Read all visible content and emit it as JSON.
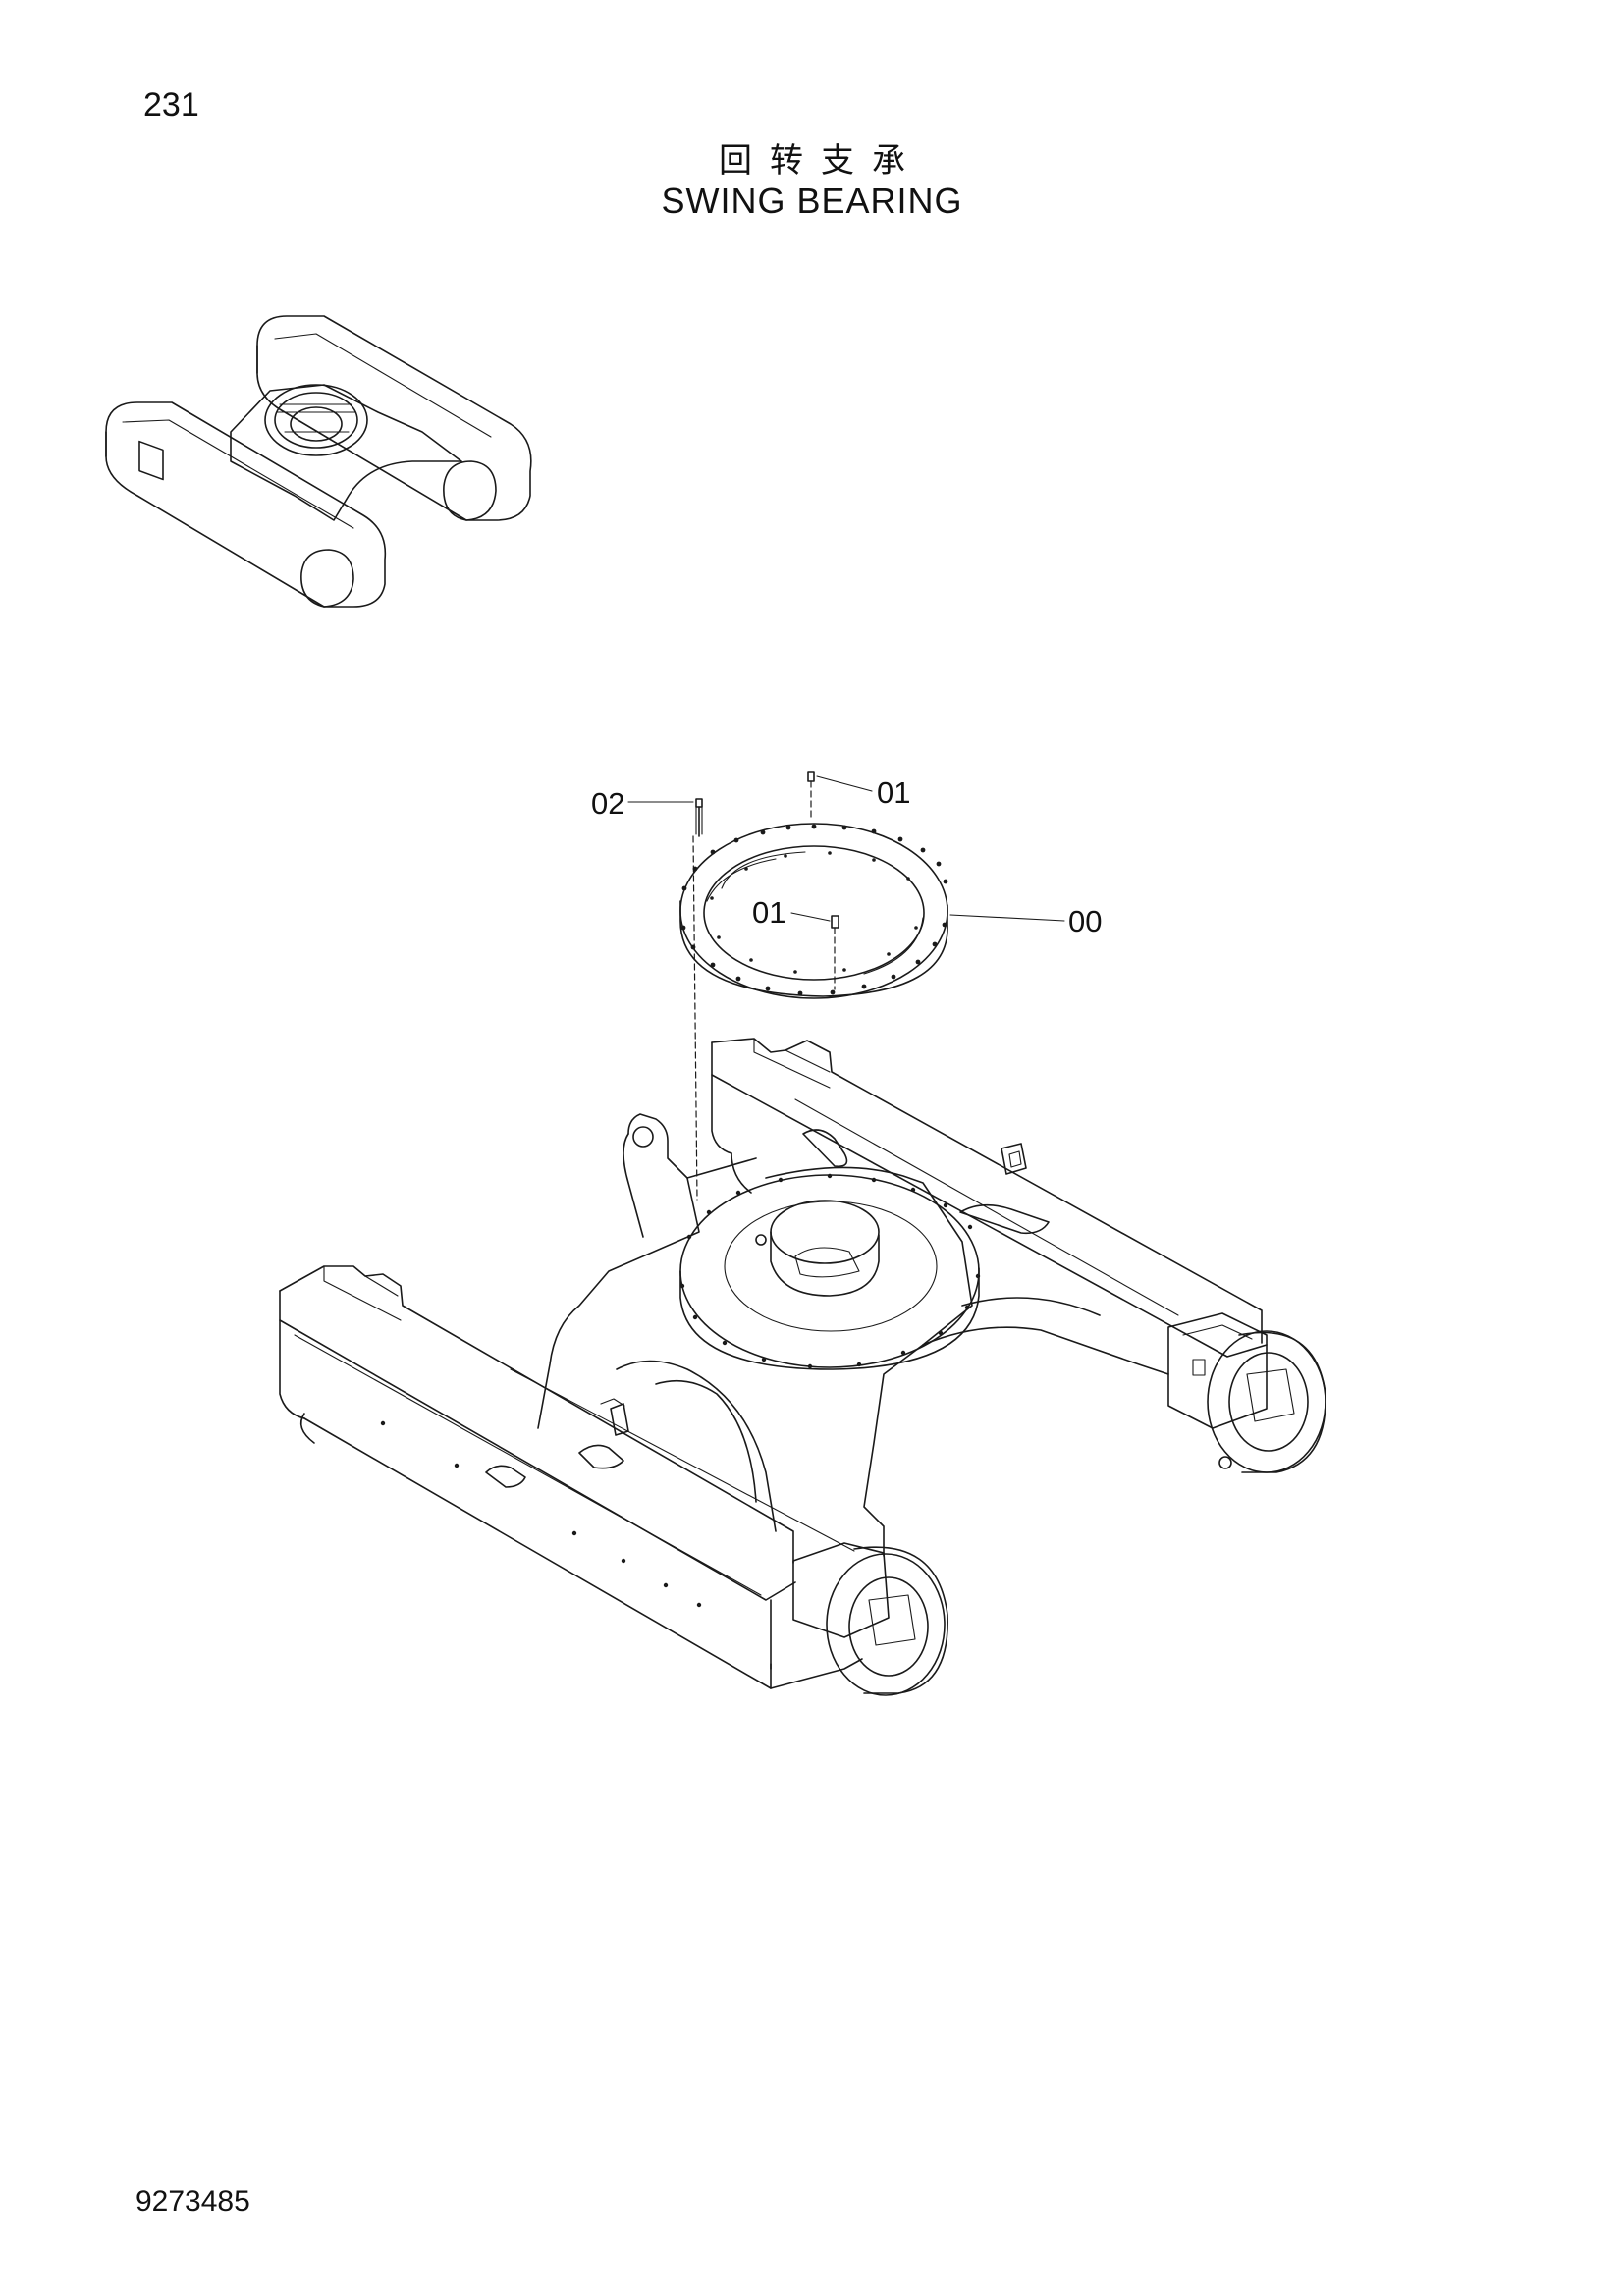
{
  "header": {
    "page_number": "231",
    "title_cn": "回转支承",
    "title_en": "SWING BEARING"
  },
  "callouts": {
    "c02": "02",
    "c01_top": "01",
    "c01_inner": "01",
    "c00": "00"
  },
  "footer": {
    "doc_number": "9273485"
  }
}
